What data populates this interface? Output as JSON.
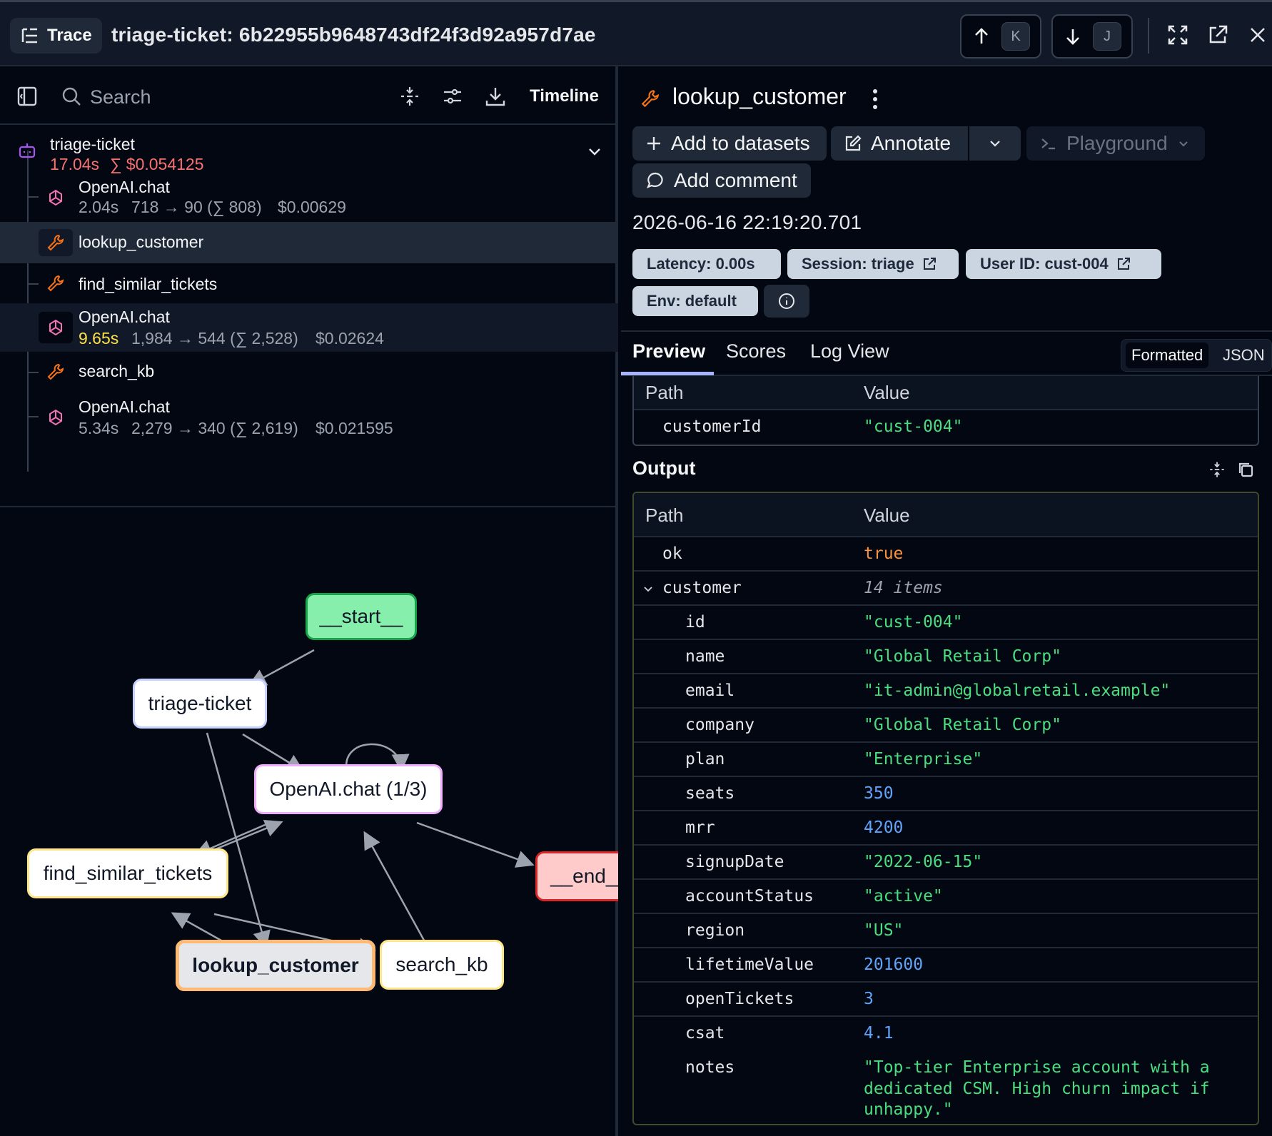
{
  "header": {
    "trace_label": "Trace",
    "title": "triage-ticket: 6b22955b9648743df24f3d92a957d7ae",
    "prev_key": "K",
    "next_key": "J"
  },
  "left_toolbar": {
    "search_placeholder": "Search",
    "timeline_label": "Timeline"
  },
  "spans": {
    "root": {
      "name": "triage-ticket",
      "duration": "17.04s",
      "cost": "∑ $0.054125"
    },
    "items": [
      {
        "name": "OpenAI.chat",
        "duration": "2.04s",
        "tokens": "718 → 90 (∑ 808)",
        "cost": "$0.00629",
        "icon": "openai-icon"
      },
      {
        "name": "lookup_customer",
        "icon": "wrench-icon"
      },
      {
        "name": "find_similar_tickets",
        "icon": "wrench-icon"
      },
      {
        "name": "OpenAI.chat",
        "duration": "9.65s",
        "tokens": "1,984 → 544 (∑ 2,528)",
        "cost": "$0.02624",
        "icon": "openai-icon"
      },
      {
        "name": "search_kb",
        "icon": "wrench-icon"
      },
      {
        "name": "OpenAI.chat",
        "duration": "5.34s",
        "tokens": "2,279 → 340 (∑ 2,619)",
        "cost": "$0.021595",
        "icon": "openai-icon"
      }
    ]
  },
  "graph": {
    "nodes": {
      "start": "__start__",
      "triage": "triage-ticket",
      "openai": "OpenAI.chat (1/3)",
      "find": "find_similar_tickets",
      "lookup": "lookup_customer",
      "search": "search_kb",
      "end": "__end__"
    }
  },
  "detail": {
    "title": "lookup_customer",
    "buttons": {
      "add_datasets": "Add to datasets",
      "annotate": "Annotate",
      "playground": "Playground",
      "add_comment": "Add comment"
    },
    "timestamp": "2026-06-16 22:19:20.701",
    "badges": {
      "latency": "Latency: 0.00s",
      "session": "Session: triage",
      "user": "User ID: cust-004",
      "env": "Env: default"
    },
    "tabs": [
      "Preview",
      "Scores",
      "Log View"
    ],
    "format_toggle": {
      "formatted": "Formatted",
      "json": "JSON"
    }
  },
  "input_table": {
    "path_header": "Path",
    "value_header": "Value",
    "rows": [
      {
        "key": "customerId",
        "value": "\"cust-004\""
      }
    ]
  },
  "output": {
    "label": "Output",
    "path_header": "Path",
    "value_header": "Value",
    "ok_key": "ok",
    "ok_value": "true",
    "customer_key": "customer",
    "customer_count": "14 items",
    "fields": [
      {
        "key": "id",
        "value": "\"cust-004\"",
        "type": "str"
      },
      {
        "key": "name",
        "value": "\"Global Retail Corp\"",
        "type": "str"
      },
      {
        "key": "email",
        "value": "\"it-admin@globalretail.example\"",
        "type": "str"
      },
      {
        "key": "company",
        "value": "\"Global Retail Corp\"",
        "type": "str"
      },
      {
        "key": "plan",
        "value": "\"Enterprise\"",
        "type": "str"
      },
      {
        "key": "seats",
        "value": "350",
        "type": "num"
      },
      {
        "key": "mrr",
        "value": "4200",
        "type": "num"
      },
      {
        "key": "signupDate",
        "value": "\"2022-06-15\"",
        "type": "str"
      },
      {
        "key": "accountStatus",
        "value": "\"active\"",
        "type": "str"
      },
      {
        "key": "region",
        "value": "\"US\"",
        "type": "str"
      },
      {
        "key": "lifetimeValue",
        "value": "201600",
        "type": "num"
      },
      {
        "key": "openTickets",
        "value": "3",
        "type": "num"
      },
      {
        "key": "csat",
        "value": "4.1",
        "type": "num"
      }
    ],
    "notes_key": "notes",
    "notes_lines": [
      "\"Top-tier Enterprise account with a",
      "dedicated CSM. High churn impact if",
      "unhappy.\""
    ]
  },
  "colors": {
    "accent": "#a5b4fc",
    "string": "#4ade80",
    "number": "#60a5fa",
    "boolean": "#fb923c",
    "cost_red": "#f87171",
    "duration_yellow": "#fde047"
  }
}
